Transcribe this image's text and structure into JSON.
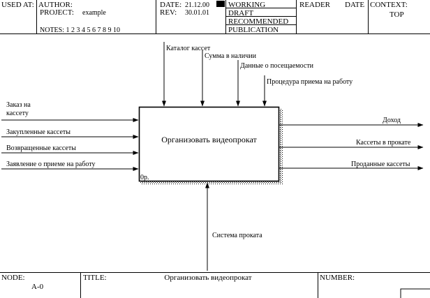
{
  "header": {
    "used_at": "USED AT:",
    "author_label": "AUTHOR:",
    "project_label": "PROJECT:",
    "project_value": "example",
    "date_label": "DATE:",
    "date_value": "21.12.00",
    "rev_label": "REV:",
    "rev_value": "30.01.01",
    "notes": "NOTES:  1  2  3  4  5  6  7  8  9  10",
    "status": [
      "WORKING",
      "DRAFT",
      "RECOMMENDED",
      "PUBLICATION"
    ],
    "reader": "READER",
    "reader_date": "DATE",
    "context_label": "CONTEXT:",
    "context_value": "TOP"
  },
  "activity": {
    "name": "Организовать видеопрокат",
    "cost": "0р."
  },
  "inputs": [
    "Заказ на\nкассету",
    "Закупленные кассеты",
    "Возвращенные кассеты",
    "Заявление о приеме на работу"
  ],
  "controls": [
    "Каталог кассет",
    "Сумма в наличии",
    "Данные о посещаемости",
    "Процедура приема на работу"
  ],
  "outputs": [
    "Доход",
    "Кассеты в прокате",
    "Проданные кассеты"
  ],
  "mechanisms": [
    "Система проката"
  ],
  "footer": {
    "node_label": "NODE:",
    "node_value": "A-0",
    "title_label": "TITLE:",
    "title_value": "Организовать видеопрокат",
    "number_label": "NUMBER:"
  }
}
